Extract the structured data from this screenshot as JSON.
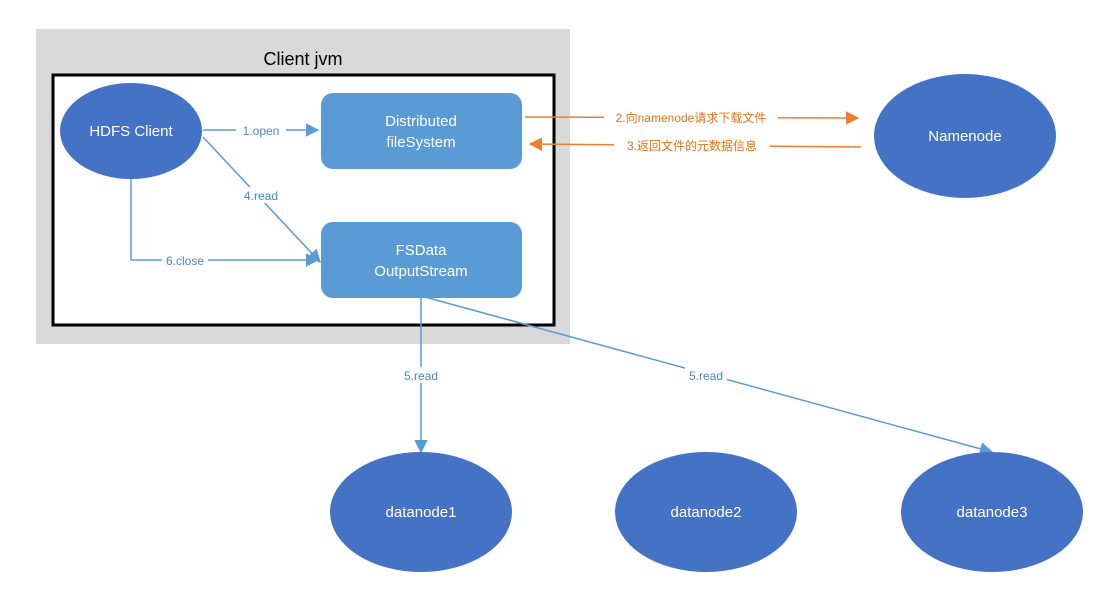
{
  "container": {
    "title": "Client jvm"
  },
  "nodes": {
    "hdfs_client": "HDFS Client",
    "distributed_fs": [
      "Distributed",
      "fileSystem"
    ],
    "fsdata_stream": [
      "FSData",
      "OutputStream"
    ],
    "namenode": "Namenode",
    "datanode1": "datanode1",
    "datanode2": "datanode2",
    "datanode3": "datanode3"
  },
  "edges": {
    "open": "1.open",
    "request_download": "2.向namenode请求下载文件",
    "return_metadata": "3.返回文件的元数据信息",
    "read_client": "4.read",
    "read_dn1": "5.read",
    "read_dn3": "5.read",
    "close": "6.close"
  },
  "colors": {
    "ellipse": "#4472c4",
    "box": "#5b9bd5",
    "blue_edge": "#5b9bd5",
    "orange_edge": "#ed7d31",
    "jvm_background": "#d9d9d9"
  }
}
